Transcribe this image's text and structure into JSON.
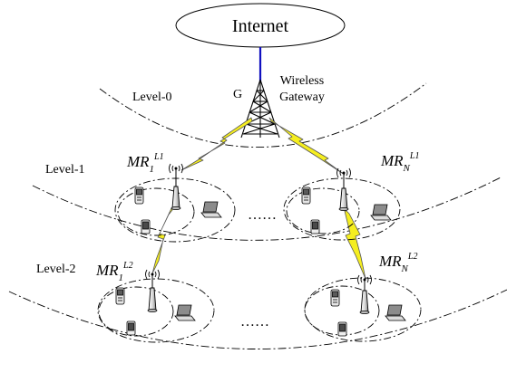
{
  "internet_label": "Internet",
  "gateway": {
    "letter": "G",
    "line1": "Wireless",
    "line2": "Gateway"
  },
  "levels": [
    "Level-0",
    "Level-1",
    "Level-2"
  ],
  "routers": {
    "mr1_l1": {
      "base": "MR",
      "sub": "1",
      "sup": "L1"
    },
    "mrN_l1": {
      "base": "MR",
      "sub": "N",
      "sup": "L1"
    },
    "mr1_l2": {
      "base": "MR",
      "sub": "1",
      "sup": "L2"
    },
    "mrN_l2": {
      "base": "MR",
      "sub": "N",
      "sup": "L2"
    }
  },
  "ellipsis_l1": "……",
  "ellipsis_l2": "……",
  "colors": {
    "uplink": "#1010c0",
    "wireless_link": "#f5ee20",
    "link_outline": "#555555"
  }
}
